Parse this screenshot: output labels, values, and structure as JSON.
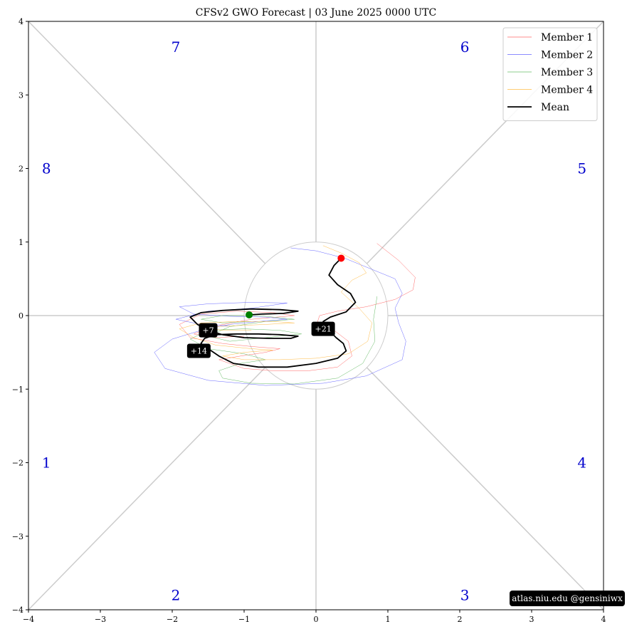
{
  "chart_data": {
    "type": "line",
    "title": "CFSv2 GWO Forecast   |   03  June  2025 0000 UTC",
    "xlim": [
      -4,
      4
    ],
    "ylim": [
      -4,
      4
    ],
    "xticks": [
      "−4",
      "−3",
      "−2",
      "−1",
      "0",
      "1",
      "2",
      "3",
      "4"
    ],
    "yticks": [
      "−4",
      "−3",
      "−2",
      "−1",
      "0",
      "1",
      "2",
      "3",
      "4"
    ],
    "phases": [
      {
        "label": "1",
        "x": -3.75,
        "y": -2.0
      },
      {
        "label": "2",
        "x": -1.95,
        "y": -3.8
      },
      {
        "label": "3",
        "x": 2.07,
        "y": -3.8
      },
      {
        "label": "4",
        "x": 3.7,
        "y": -2.0
      },
      {
        "label": "5",
        "x": 3.7,
        "y": 2.0
      },
      {
        "label": "6",
        "x": 2.07,
        "y": 3.65
      },
      {
        "label": "7",
        "x": -1.95,
        "y": 3.65
      },
      {
        "label": "8",
        "x": -3.75,
        "y": 2.0
      }
    ],
    "legend_position": "top-right",
    "series": [
      {
        "name": "Member 1",
        "color": "#ff6666",
        "width": 0.5,
        "points": [
          [
            0.85,
            0.98
          ],
          [
            1.15,
            0.75
          ],
          [
            1.38,
            0.52
          ],
          [
            1.35,
            0.35
          ],
          [
            1.1,
            0.22
          ],
          [
            0.7,
            0.12
          ],
          [
            0.3,
            0.06
          ],
          [
            0.05,
            0.0
          ],
          [
            0.0,
            -0.15
          ],
          [
            0.25,
            -0.2
          ],
          [
            0.45,
            -0.35
          ],
          [
            0.5,
            -0.55
          ],
          [
            0.3,
            -0.7
          ],
          [
            -0.1,
            -0.75
          ],
          [
            -0.6,
            -0.75
          ],
          [
            -1.0,
            -0.72
          ],
          [
            -1.35,
            -0.6
          ],
          [
            -1.05,
            -0.55
          ],
          [
            -0.7,
            -0.5
          ],
          [
            -0.5,
            -0.45
          ],
          [
            -0.9,
            -0.42
          ],
          [
            -1.3,
            -0.38
          ],
          [
            -1.75,
            -0.3
          ],
          [
            -1.9,
            -0.12
          ],
          [
            -1.6,
            0.02
          ],
          [
            -1.1,
            0.06
          ],
          [
            -0.6,
            0.04
          ],
          [
            -0.3,
            0.0
          ],
          [
            -0.9,
            -0.05
          ],
          [
            -1.45,
            -0.15
          ],
          [
            -1.7,
            -0.25
          ],
          [
            -1.4,
            -0.3
          ],
          [
            -1.0,
            -0.28
          ]
        ]
      },
      {
        "name": "Member 2",
        "color": "#6666ff",
        "width": 0.5,
        "points": [
          [
            -0.35,
            0.92
          ],
          [
            0.0,
            0.88
          ],
          [
            0.4,
            0.78
          ],
          [
            0.8,
            0.62
          ],
          [
            1.1,
            0.5
          ],
          [
            1.2,
            0.3
          ],
          [
            1.1,
            0.1
          ],
          [
            1.15,
            -0.1
          ],
          [
            1.25,
            -0.35
          ],
          [
            1.2,
            -0.6
          ],
          [
            0.7,
            -0.82
          ],
          [
            0.1,
            -0.92
          ],
          [
            -0.7,
            -0.95
          ],
          [
            -1.5,
            -0.88
          ],
          [
            -2.1,
            -0.72
          ],
          [
            -2.25,
            -0.5
          ],
          [
            -2.0,
            -0.32
          ],
          [
            -1.6,
            -0.2
          ],
          [
            -1.2,
            -0.12
          ],
          [
            -0.8,
            -0.08
          ],
          [
            -0.4,
            -0.05
          ],
          [
            -0.7,
            -0.02
          ],
          [
            -1.2,
            -0.01
          ],
          [
            -1.7,
            0.02
          ],
          [
            -1.9,
            0.12
          ],
          [
            -1.5,
            0.16
          ],
          [
            -0.9,
            0.18
          ],
          [
            -0.4,
            0.17
          ],
          [
            -0.9,
            0.1
          ],
          [
            -1.5,
            0.06
          ],
          [
            -1.95,
            -0.05
          ],
          [
            -1.6,
            -0.12
          ],
          [
            -1.2,
            -0.14
          ]
        ]
      },
      {
        "name": "Member 3",
        "color": "#66bb66",
        "width": 0.5,
        "points": [
          [
            0.85,
            0.26
          ],
          [
            0.8,
            -0.05
          ],
          [
            0.82,
            -0.35
          ],
          [
            0.65,
            -0.65
          ],
          [
            0.3,
            -0.85
          ],
          [
            -0.3,
            -0.93
          ],
          [
            -0.9,
            -0.92
          ],
          [
            -1.3,
            -0.85
          ],
          [
            -1.35,
            -0.75
          ],
          [
            -1.05,
            -0.65
          ],
          [
            -0.7,
            -0.6
          ],
          [
            -1.0,
            -0.52
          ],
          [
            -1.5,
            -0.45
          ],
          [
            -1.75,
            -0.32
          ],
          [
            -1.5,
            -0.2
          ],
          [
            -1.0,
            -0.18
          ],
          [
            -0.5,
            -0.2
          ],
          [
            -0.2,
            -0.25
          ],
          [
            -0.7,
            -0.3
          ],
          [
            -1.2,
            -0.35
          ],
          [
            -1.5,
            -0.28
          ],
          [
            -1.2,
            -0.15
          ],
          [
            -0.7,
            -0.08
          ],
          [
            -0.3,
            -0.05
          ],
          [
            -0.8,
            0.0
          ],
          [
            -1.3,
            0.0
          ],
          [
            -1.6,
            -0.05
          ],
          [
            -1.3,
            -0.1
          ],
          [
            -0.9,
            -0.08
          ]
        ]
      },
      {
        "name": "Member 4",
        "color": "#ffbb44",
        "width": 0.5,
        "points": [
          [
            0.1,
            0.95
          ],
          [
            0.35,
            0.85
          ],
          [
            0.6,
            0.72
          ],
          [
            0.7,
            0.58
          ],
          [
            0.5,
            0.48
          ],
          [
            0.35,
            0.32
          ],
          [
            0.6,
            0.1
          ],
          [
            0.78,
            -0.1
          ],
          [
            0.72,
            -0.35
          ],
          [
            0.45,
            -0.52
          ],
          [
            0.0,
            -0.58
          ],
          [
            -0.5,
            -0.6
          ],
          [
            -1.0,
            -0.6
          ],
          [
            -1.3,
            -0.55
          ],
          [
            -1.0,
            -0.5
          ],
          [
            -0.6,
            -0.47
          ],
          [
            -0.9,
            -0.45
          ],
          [
            -1.4,
            -0.4
          ],
          [
            -1.7,
            -0.3
          ],
          [
            -1.9,
            -0.18
          ],
          [
            -1.6,
            -0.1
          ],
          [
            -1.1,
            -0.08
          ],
          [
            -0.6,
            -0.08
          ],
          [
            -0.3,
            -0.1
          ],
          [
            -0.7,
            -0.12
          ],
          [
            -1.2,
            -0.14
          ],
          [
            -1.6,
            -0.16
          ],
          [
            -1.3,
            -0.2
          ],
          [
            -0.9,
            -0.2
          ]
        ]
      },
      {
        "name": "Mean",
        "color": "#000000",
        "width": 1.8,
        "points": [
          [
            0.35,
            0.78
          ],
          [
            0.25,
            0.68
          ],
          [
            0.18,
            0.55
          ],
          [
            0.3,
            0.42
          ],
          [
            0.48,
            0.3
          ],
          [
            0.55,
            0.18
          ],
          [
            0.42,
            0.05
          ],
          [
            0.2,
            -0.02
          ],
          [
            0.1,
            -0.08
          ],
          [
            0.15,
            -0.15
          ],
          [
            0.2,
            -0.22
          ],
          [
            0.28,
            -0.3
          ],
          [
            0.38,
            -0.38
          ],
          [
            0.42,
            -0.48
          ],
          [
            0.3,
            -0.58
          ],
          [
            0.0,
            -0.65
          ],
          [
            -0.4,
            -0.7
          ],
          [
            -0.8,
            -0.7
          ],
          [
            -1.15,
            -0.65
          ],
          [
            -1.35,
            -0.55
          ],
          [
            -1.5,
            -0.45
          ],
          [
            -1.6,
            -0.38
          ],
          [
            -1.55,
            -0.31
          ],
          [
            -1.4,
            -0.26
          ],
          [
            -1.1,
            -0.25
          ],
          [
            -0.8,
            -0.25
          ],
          [
            -0.5,
            -0.26
          ],
          [
            -0.25,
            -0.28
          ],
          [
            -0.35,
            -0.31
          ],
          [
            -0.65,
            -0.31
          ],
          [
            -1.0,
            -0.3
          ],
          [
            -1.3,
            -0.26
          ],
          [
            -1.5,
            -0.2
          ],
          [
            -1.65,
            -0.12
          ],
          [
            -1.75,
            -0.02
          ],
          [
            -1.6,
            0.04
          ],
          [
            -1.3,
            0.07
          ],
          [
            -0.9,
            0.09
          ],
          [
            -0.5,
            0.08
          ],
          [
            -0.25,
            0.06
          ],
          [
            -0.45,
            0.03
          ],
          [
            -0.75,
            0.02
          ],
          [
            -0.93,
            0.01
          ]
        ]
      }
    ],
    "markers": [
      {
        "label": "start",
        "x": 0.35,
        "y": 0.78,
        "color": "#ff0000"
      },
      {
        "label": "end",
        "x": -0.93,
        "y": 0.01,
        "color": "#008000"
      }
    ],
    "day_labels": [
      {
        "text": "+7",
        "x": -1.5,
        "y": -0.2
      },
      {
        "text": "+14",
        "x": -1.63,
        "y": -0.48
      },
      {
        "text": "+21",
        "x": 0.1,
        "y": -0.18
      }
    ]
  },
  "credit": "atlas.niu.edu  @gensiniwx"
}
